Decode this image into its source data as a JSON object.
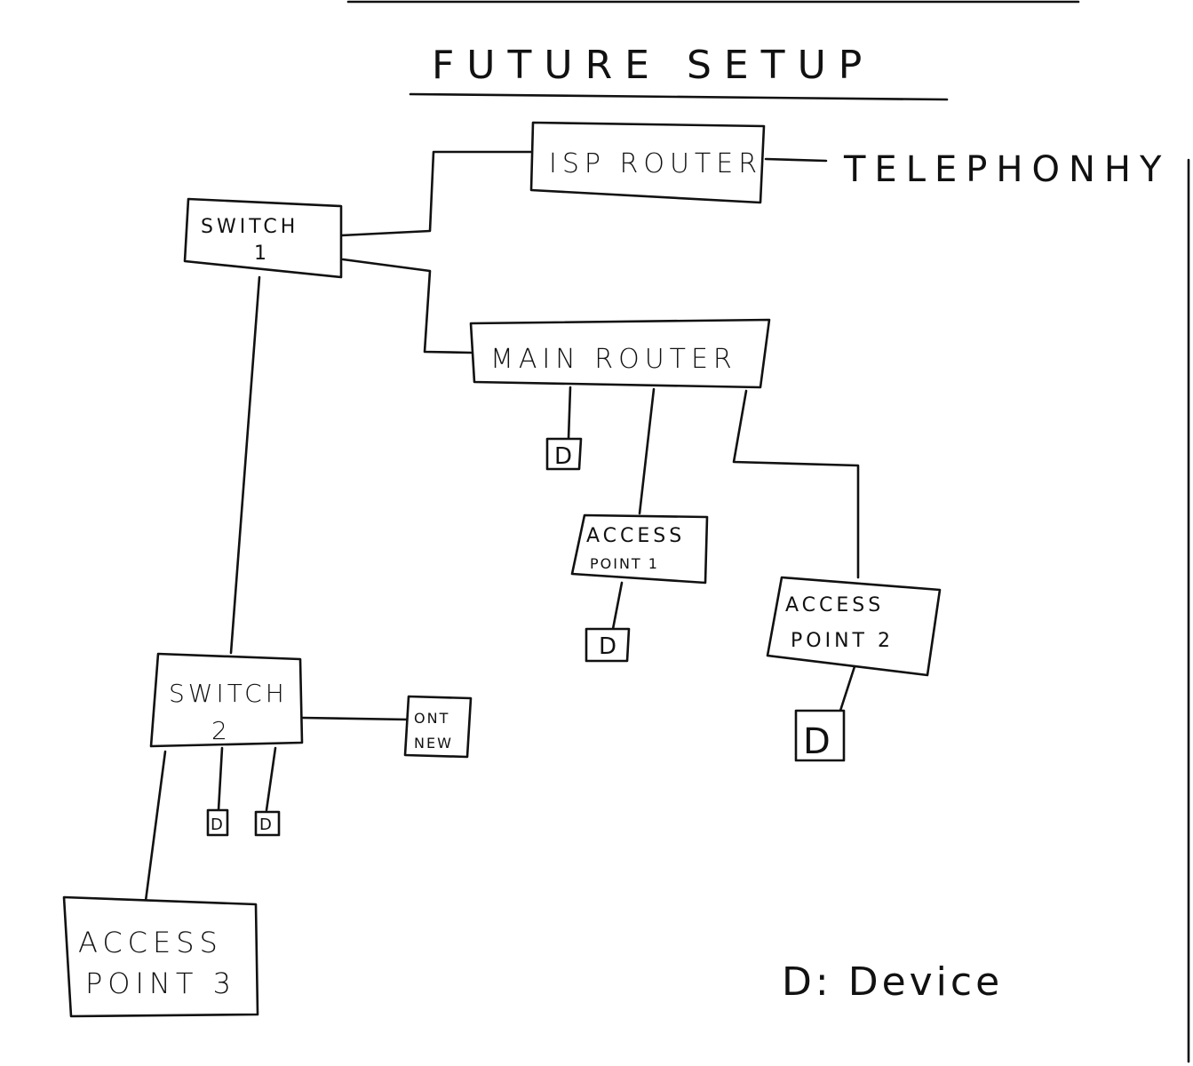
{
  "title": "FUTURE SETUP",
  "legend": "D: Device",
  "external": {
    "telephony": "TELEPHONHY"
  },
  "nodes": {
    "isp_router": "ISP ROUTER",
    "switch1": [
      "SWITCH",
      "1"
    ],
    "main_router": "MAIN ROUTER",
    "access_point1": [
      "ACCESS",
      "POINT 1"
    ],
    "access_point2": [
      "ACCESS",
      "POINT 2"
    ],
    "switch2": [
      "SWITCH",
      "2"
    ],
    "ont": [
      "ONT",
      "NEW"
    ],
    "access_point3": [
      "ACCESS",
      "POINT 3"
    ]
  },
  "device_label": "D"
}
